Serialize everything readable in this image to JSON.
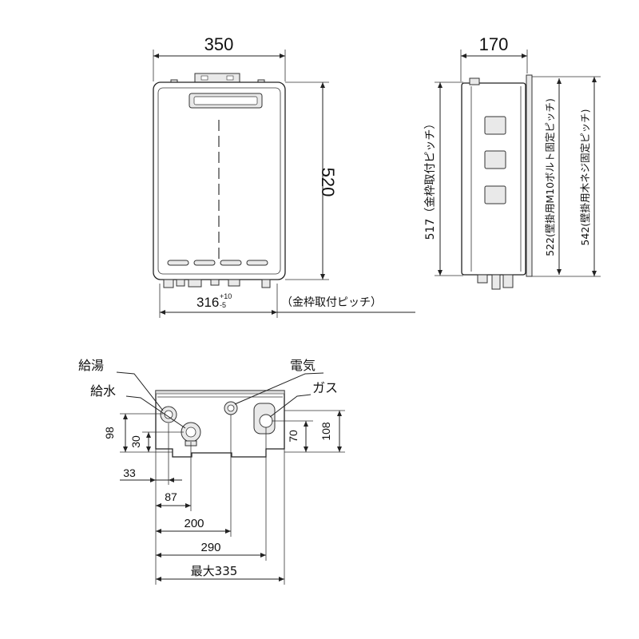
{
  "front_view": {
    "width_label": "350",
    "height_label": "520",
    "pitch_label": "316",
    "tol_plus": "+10",
    "tol_minus": "-5",
    "pitch_note": "（金枠取付ピッチ）"
  },
  "side_view": {
    "depth_label": "170",
    "frame_pitch_label": "517（金枠取付ピッチ）",
    "bolt_pitch_label": "522(壁掛用M10ボルト固定ピッチ)",
    "screw_pitch_label": "542(壁掛用木ネジ固定ピッチ)"
  },
  "bottom_view": {
    "hot_water_label": "給湯",
    "cold_water_label": "給水",
    "electric_label": "電気",
    "gas_label": "ガス",
    "dim_98": "98",
    "dim_30": "30",
    "dim_33": "33",
    "dim_87": "87",
    "dim_200": "200",
    "dim_290": "290",
    "dim_max": "最大335",
    "dim_70": "70",
    "dim_108": "108"
  }
}
